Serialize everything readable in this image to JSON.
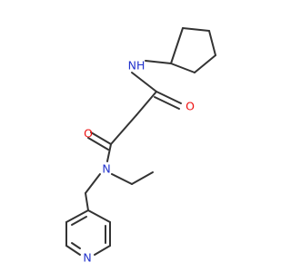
{
  "colors": {
    "bond": "#333333",
    "nitrogen": "#2233cc",
    "oxygen": "#ee1111",
    "background": "#ffffff"
  },
  "atoms": {
    "nh_amide": {
      "text": "NH",
      "element": "N"
    },
    "o_top": {
      "text": "O",
      "element": "O"
    },
    "o_mid": {
      "text": "O",
      "element": "O"
    },
    "n_tertiary": {
      "text": "N",
      "element": "N"
    },
    "n_pyridine": {
      "text": "N",
      "element": "N"
    }
  }
}
